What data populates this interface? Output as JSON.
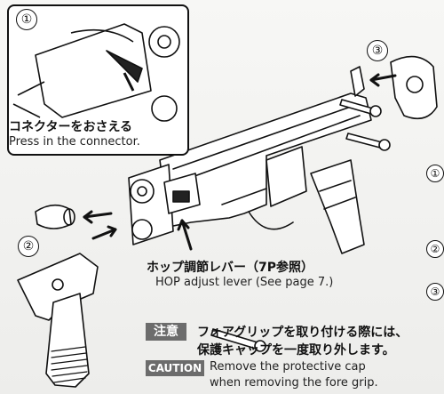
{
  "steps": {
    "step1": "①",
    "step2": "②",
    "step3": "③"
  },
  "side_markers": [
    "①",
    "②",
    "③"
  ],
  "connector_callout": {
    "jp": "コネクターをおさえる",
    "en": "Press in the connector."
  },
  "hop_callout": {
    "jp": "ホップ調節レバー（7P参照）",
    "en": "HOP adjust lever (See page 7.)"
  },
  "notice": {
    "jp_tag": "注意",
    "jp_line1": "フォアグリップを取り付ける際には、",
    "jp_line2": "保護キャップを一度取り外します。",
    "en_tag": "CAUTION",
    "en_line1": "Remove the protective cap",
    "en_line2": "when removing the fore grip."
  },
  "colors": {
    "ink": "#111111",
    "tag_bg": "#6c6c6c",
    "paper": "#f4f4f2"
  }
}
